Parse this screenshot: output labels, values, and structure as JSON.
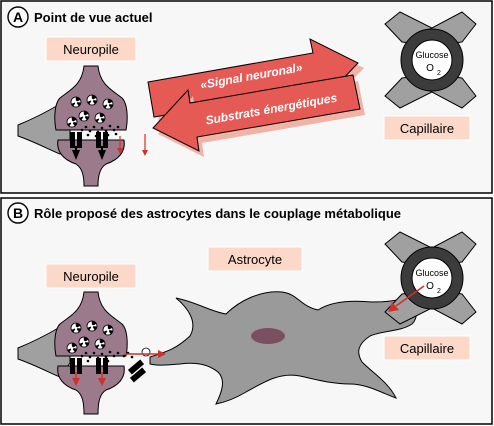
{
  "panel_a": {
    "letter": "A",
    "title": "Point de vue actuel",
    "neuropile_label": "Neuropile",
    "capillary_label": "Capillaire",
    "glucose_label": "Glucose",
    "oxygen_label": "O",
    "oxygen_subscript": "2",
    "arrow_signal_label": "«Signal neuronal»",
    "arrow_substrates_label": "Substrats énergétiques"
  },
  "panel_b": {
    "letter": "B",
    "title": "Rôle proposé des astrocytes dans le couplage métabolique",
    "neuropile_label": "Neuropile",
    "astrocyte_label": "Astrocyte",
    "capillary_label": "Capillaire",
    "glucose_label": "Glucose",
    "oxygen_label": "O",
    "oxygen_subscript": "2"
  },
  "colors": {
    "panel_background": "#f7f7f7",
    "panel_border": "#000000",
    "label_box_fill": "#fbd8c8",
    "neuron_fill": "#9b7a8c",
    "glia_fill": "#a0a0a0",
    "astrocyte_fill": "#9a9a9a",
    "nucleus_fill": "#7a5060",
    "arrow_fill": "#e65a55",
    "arrow_shadow": "#f1b3a6",
    "red_accent": "#d0302a"
  }
}
